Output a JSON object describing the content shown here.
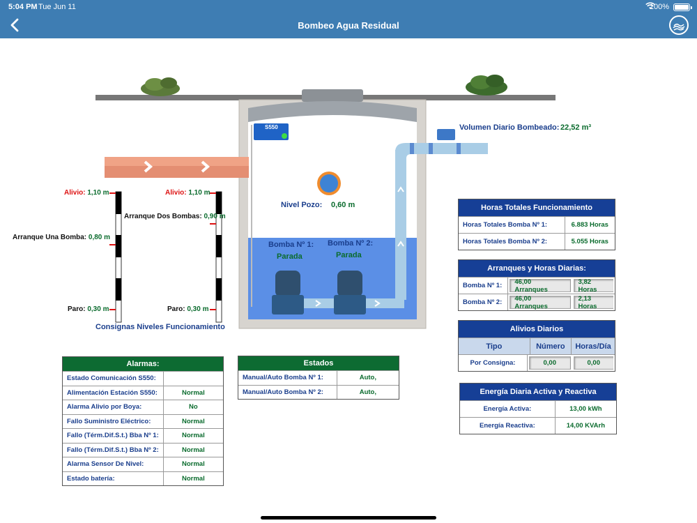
{
  "status": {
    "time": "5:04 PM",
    "date": "Tue Jun 11",
    "battery": "100%"
  },
  "nav": {
    "title": "Bombeo Agua Residual"
  },
  "pit": {
    "nivel_label": "Nivel Pozo:",
    "nivel_value": "0,60 m",
    "controller_label": "S550",
    "bomba1_label": "Bomba Nº 1:",
    "bomba1_state": "Parada",
    "bomba2_label": "Bomba Nº 2:",
    "bomba2_state": "Parada"
  },
  "volumen": {
    "label": "Volumen Diario Bombeado:",
    "value": "22,52 m³"
  },
  "consignas": {
    "title": "Consignas Niveles Funcionamiento",
    "left_alivio_label": "Alivio:",
    "left_alivio_value": "1,10 m",
    "arranque_una_label": "Arranque Una Bomba:",
    "arranque_una_value": "0,80 m",
    "left_paro_label": "Paro:",
    "left_paro_value": "0,30 m",
    "right_alivio_label": "Alivio:",
    "right_alivio_value": "1,10 m",
    "arranque_dos_label": "Arranque Dos Bombas:",
    "arranque_dos_value": "0,90 m",
    "right_paro_label": "Paro:",
    "right_paro_value": "0,30 m"
  },
  "horas_totales": {
    "title": "Horas Totales Funcionamiento",
    "rows": [
      {
        "label": "Horas Totales Bomba Nº 1:",
        "value": "6.883 Horas"
      },
      {
        "label": "Horas Totales Bomba Nº 2:",
        "value": "5.055 Horas"
      }
    ]
  },
  "arranques": {
    "title": "Arranques y Horas Diarias:",
    "rows": [
      {
        "label": "Bomba Nº 1:",
        "arranques": "46,00 Arranques",
        "horas": "3,82 Horas"
      },
      {
        "label": "Bomba Nº 2:",
        "arranques": "46,00 Arranques",
        "horas": "2,13 Horas"
      }
    ]
  },
  "alivios": {
    "title": "Alivios Diarios",
    "col_tipo": "Tipo",
    "col_numero": "Número",
    "col_horas": "Horas/Día",
    "row_label": "Por Consigna:",
    "row_numero": "0,00",
    "row_horas": "0,00"
  },
  "energia": {
    "title": "Energía Diaria Activa y Reactiva",
    "rows": [
      {
        "label": "Energía Activa:",
        "value": "13,00 kWh"
      },
      {
        "label": "Energía Reactiva:",
        "value": "14,00 KVArh"
      }
    ]
  },
  "alarmas": {
    "title": "Alarmas:",
    "rows": [
      {
        "label": "Estado Comunicación S550:",
        "value": ""
      },
      {
        "label": "Alimentación Estación S550:",
        "value": "Normal"
      },
      {
        "label": "Alarma Alivio por Boya:",
        "value": "No"
      },
      {
        "label": "Fallo Suministro Eléctrico:",
        "value": "Normal"
      },
      {
        "label": "Fallo (Térm.Dif.S.t.)  Bba Nº 1:",
        "value": "Normal"
      },
      {
        "label": "Fallo (Térm.Dif.S.t.)  Bba Nº 2:",
        "value": "Normal"
      },
      {
        "label": "Alarma Sensor De Nivel:",
        "value": "Normal"
      },
      {
        "label": "Estado batería:",
        "value": "Normal"
      }
    ]
  },
  "estados": {
    "title": "Estados",
    "rows": [
      {
        "label": "Manual/Auto Bomba Nº 1:",
        "value": "Auto,"
      },
      {
        "label": "Manual/Auto Bomba Nº 2:",
        "value": "Auto,"
      }
    ]
  },
  "colors": {
    "navbar": "#3e7db3",
    "header_green": "#0d6b32",
    "header_blue": "#163f96",
    "water": "#5b8fe6",
    "pit_wall": "#d7d4cf"
  }
}
